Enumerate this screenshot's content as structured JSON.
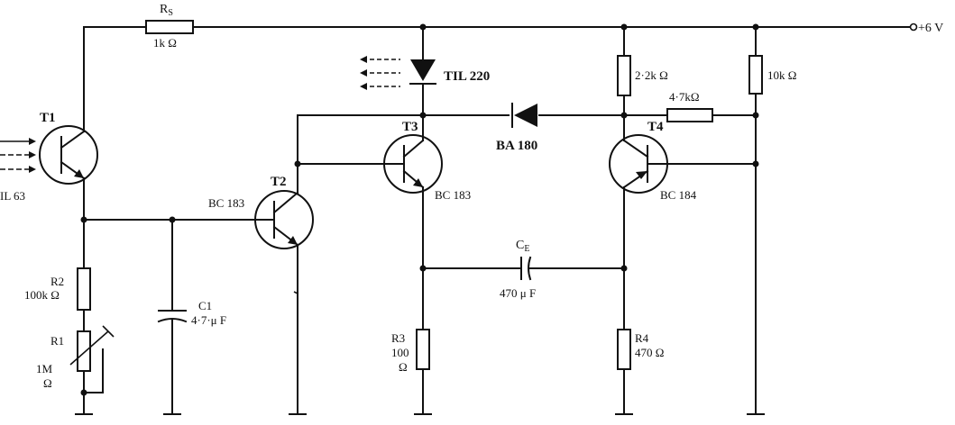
{
  "supply": {
    "label": "+6 V"
  },
  "components": {
    "rs": {
      "name": "R",
      "sub": "S",
      "value": "1k Ω"
    },
    "t1": {
      "name": "T1",
      "type": "IL 63"
    },
    "t2": {
      "name": "T2",
      "type": "BC 183"
    },
    "t3": {
      "name": "T3",
      "type": "BC 183"
    },
    "t4": {
      "name": "T4",
      "type": "BC 184"
    },
    "led": {
      "type": "TIL 220"
    },
    "diode": {
      "type": "BA 180"
    },
    "r_2k2": {
      "value": "2·2k Ω"
    },
    "r_10k": {
      "value": "10k Ω"
    },
    "r_4k7": {
      "value": "4·7kΩ"
    },
    "ce": {
      "name": "C",
      "sub": "E",
      "value": "470 μ F"
    },
    "r2": {
      "name": "R2",
      "value": "100k Ω"
    },
    "r1": {
      "name": "R1",
      "value_line1": "1M",
      "value_line2": "Ω"
    },
    "c1": {
      "name": "C1",
      "value": "4·7·μ F"
    },
    "r3": {
      "name": "R3",
      "value_line1": "100",
      "value_line2": "Ω"
    },
    "r4": {
      "name": "R4",
      "value": "470 Ω"
    }
  }
}
